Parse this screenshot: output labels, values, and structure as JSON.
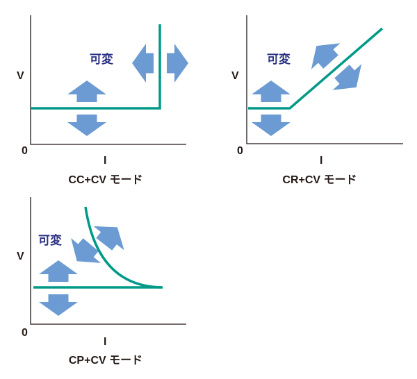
{
  "colors": {
    "curve": "#009a87",
    "arrow": "#6b9bd2",
    "variable_label": "#2a3082",
    "axis": "#231815"
  },
  "panels": [
    {
      "mode": "CC+CV モード",
      "variable": "可変",
      "y_axis": "V",
      "x_axis": "I",
      "origin": "0"
    },
    {
      "mode": "CR+CV モード",
      "variable": "可変",
      "y_axis": "V",
      "x_axis": "I",
      "origin": "0"
    },
    {
      "mode": "CP+CV モード",
      "variable": "可変",
      "y_axis": "V",
      "x_axis": "I",
      "origin": "0"
    }
  ]
}
